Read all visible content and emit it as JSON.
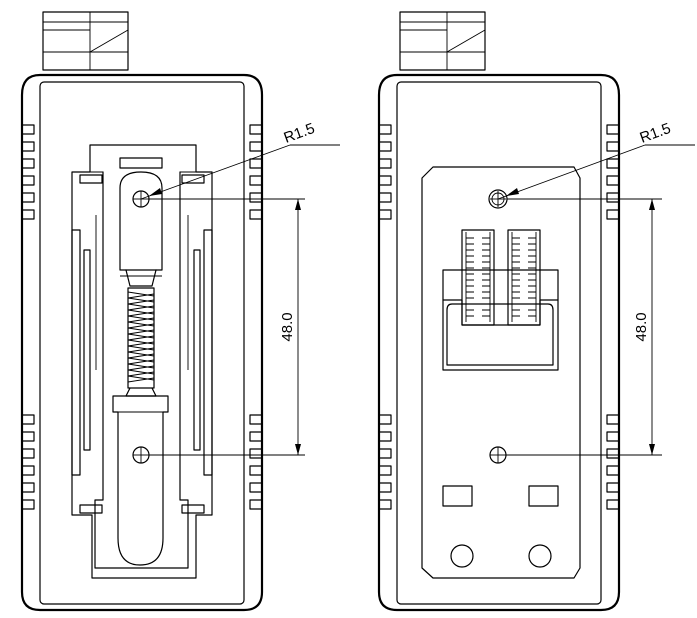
{
  "views": [
    {
      "name": "rear-view-with-clip",
      "radius_label": "R1.5",
      "spacing_label": "48.0"
    },
    {
      "name": "rear-view-without-clip",
      "radius_label": "R1.5",
      "spacing_label": "48.0"
    }
  ]
}
